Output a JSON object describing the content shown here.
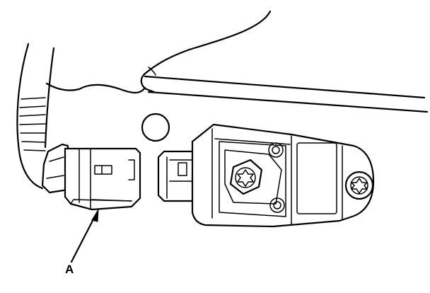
{
  "figure": {
    "callouts": [
      {
        "id": "A",
        "label": "A"
      }
    ],
    "parts": {
      "harness": "wire-harness",
      "connector_a": "harness-connector",
      "sensor_plug": "sensor-connector",
      "sensor": "sensor-module",
      "bolts": [
        "torx-bolt",
        "torx-bolt"
      ],
      "hole": "mounting-hole"
    }
  }
}
